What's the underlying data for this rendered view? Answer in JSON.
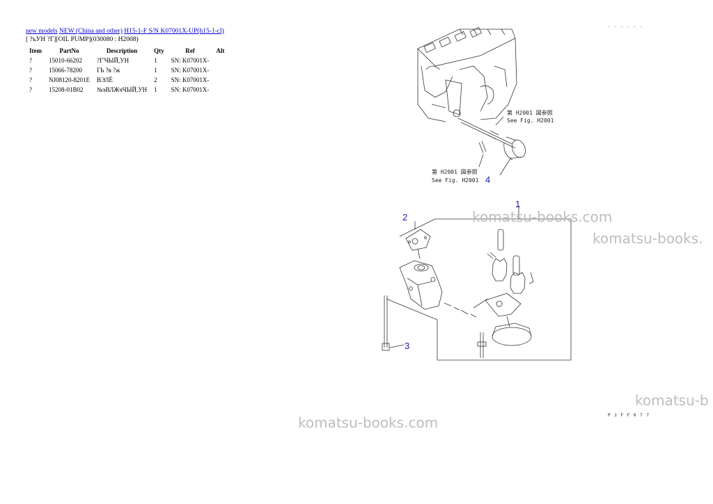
{
  "breadcrumb": {
    "link1": "new models",
    "link2": "NEW (China and other)",
    "link3": "H15-1-F S/N K07001X-UP(h15-1-cl)"
  },
  "section_title": "[ ?ъУН ?Г][OIL PUMP](030080 : H2008)",
  "table": {
    "headers": {
      "item": "Item",
      "partno": "PartNo",
      "description": "Description",
      "qty": "Qty",
      "ref": "Ref",
      "alt": "Alt"
    },
    "rows": [
      {
        "item": "?",
        "partno": "15010-66202",
        "description": "?Г'ЧЫЙ,УН",
        "qty": "1",
        "ref": "SN: K07001X-",
        "alt": ""
      },
      {
        "item": "?",
        "partno": "15066-78200",
        "description": "ГЬ ?в ?ж",
        "qty": "1",
        "ref": "SN: K07001X-",
        "alt": ""
      },
      {
        "item": "?",
        "partno": "NJ08120-8201E",
        "description": "ВЭЛЁ",
        "qty": "2",
        "ref": "SN: K07001X-",
        "alt": ""
      },
      {
        "item": "?",
        "partno": "15208-01B02",
        "description": "№эВЛЖчЧЫЙ,УН",
        "qty": "1",
        "ref": "SN: K07001X-",
        "alt": ""
      }
    ]
  },
  "figure": {
    "callout_1": "1",
    "callout_2": "2",
    "callout_3": "3",
    "callout_4": "4",
    "ref_upper_jp": "第 H2001 図参照",
    "ref_upper_en": "See Fig. H2001",
    "ref_lower_jp": "第 H2001 図参照",
    "ref_lower_en": "See Fig. H2001",
    "top_code": ". . . . . .",
    "bottom_code": "P J F F 0 7 7"
  },
  "watermarks": {
    "w1": "komatsu-books.com",
    "w2": "komatsu-books.",
    "w3": "komatsu-b",
    "w4": "komatsu-books.com"
  },
  "colors": {
    "link": "#0000cc",
    "callout": "#1a1aaa",
    "watermark": "#bdbdbd"
  }
}
